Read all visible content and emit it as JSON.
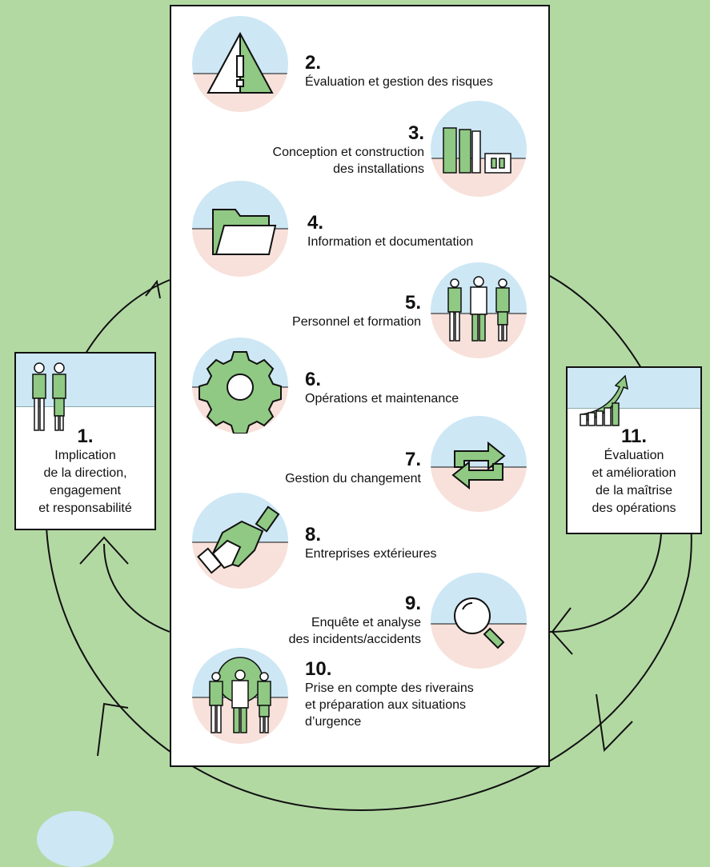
{
  "colors": {
    "background": "#b3d9a3",
    "sky": "#cde7f5",
    "ground": "#f7e1da",
    "accent": "#8fc983",
    "line": "#111111"
  },
  "steps": [
    {
      "num": "1.",
      "lines": [
        "Implication",
        "de la direction,",
        "engagement",
        "et responsabilité"
      ],
      "icon": "leaders-icon"
    },
    {
      "num": "2.",
      "lines": [
        "Évaluation et gestion des risques"
      ],
      "icon": "warning-triangle-icon"
    },
    {
      "num": "3.",
      "lines": [
        "Conception et construction",
        "des installations"
      ],
      "icon": "factory-icon"
    },
    {
      "num": "4.",
      "lines": [
        "Information et documentation"
      ],
      "icon": "folder-icon"
    },
    {
      "num": "5.",
      "lines": [
        "Personnel et formation"
      ],
      "icon": "workers-icon"
    },
    {
      "num": "6.",
      "lines": [
        "Opérations et maintenance"
      ],
      "icon": "gear-icon"
    },
    {
      "num": "7.",
      "lines": [
        "Gestion du changement"
      ],
      "icon": "cycle-arrows-icon"
    },
    {
      "num": "8.",
      "lines": [
        "Entreprises extérieures"
      ],
      "icon": "handshake-icon"
    },
    {
      "num": "9.",
      "lines": [
        "Enquête et analyse",
        "des incidents/accidents"
      ],
      "icon": "magnifier-icon"
    },
    {
      "num": "10.",
      "lines": [
        "Prise en compte des riverains",
        "et préparation aux situations",
        "d’urgence"
      ],
      "icon": "globe-people-icon"
    },
    {
      "num": "11.",
      "lines": [
        "Évaluation",
        "et amélioration",
        "de la maîtrise",
        "des opérations"
      ],
      "icon": "growth-chart-icon"
    }
  ]
}
